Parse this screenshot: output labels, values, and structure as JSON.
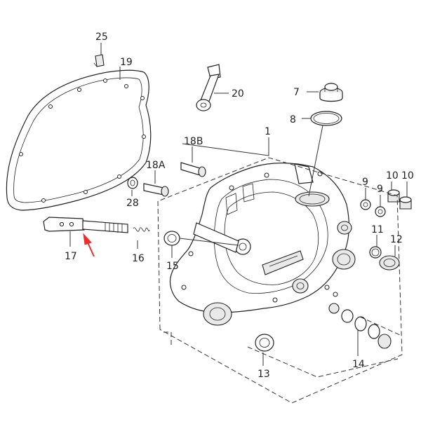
{
  "callouts": [
    {
      "id": "c1",
      "label": "1"
    },
    {
      "id": "c7",
      "label": "7"
    },
    {
      "id": "c8",
      "label": "8"
    },
    {
      "id": "c9a",
      "label": "9"
    },
    {
      "id": "c9b",
      "label": "9"
    },
    {
      "id": "c10a",
      "label": "10"
    },
    {
      "id": "c10b",
      "label": "10"
    },
    {
      "id": "c11",
      "label": "11"
    },
    {
      "id": "c12",
      "label": "12"
    },
    {
      "id": "c13",
      "label": "13"
    },
    {
      "id": "c14",
      "label": "14"
    },
    {
      "id": "c15",
      "label": "15"
    },
    {
      "id": "c16",
      "label": "16"
    },
    {
      "id": "c17",
      "label": "17"
    },
    {
      "id": "c18a",
      "label": "18A"
    },
    {
      "id": "c18b",
      "label": "18B"
    },
    {
      "id": "c19",
      "label": "19"
    },
    {
      "id": "c20",
      "label": "20"
    },
    {
      "id": "c25",
      "label": "25"
    },
    {
      "id": "c28",
      "label": "28"
    }
  ],
  "colors": {
    "line": "#333333",
    "arrow": "#e8312f",
    "background": "#ffffff"
  },
  "highlight": {
    "target_label": "17",
    "indicator": "red-arrow"
  }
}
